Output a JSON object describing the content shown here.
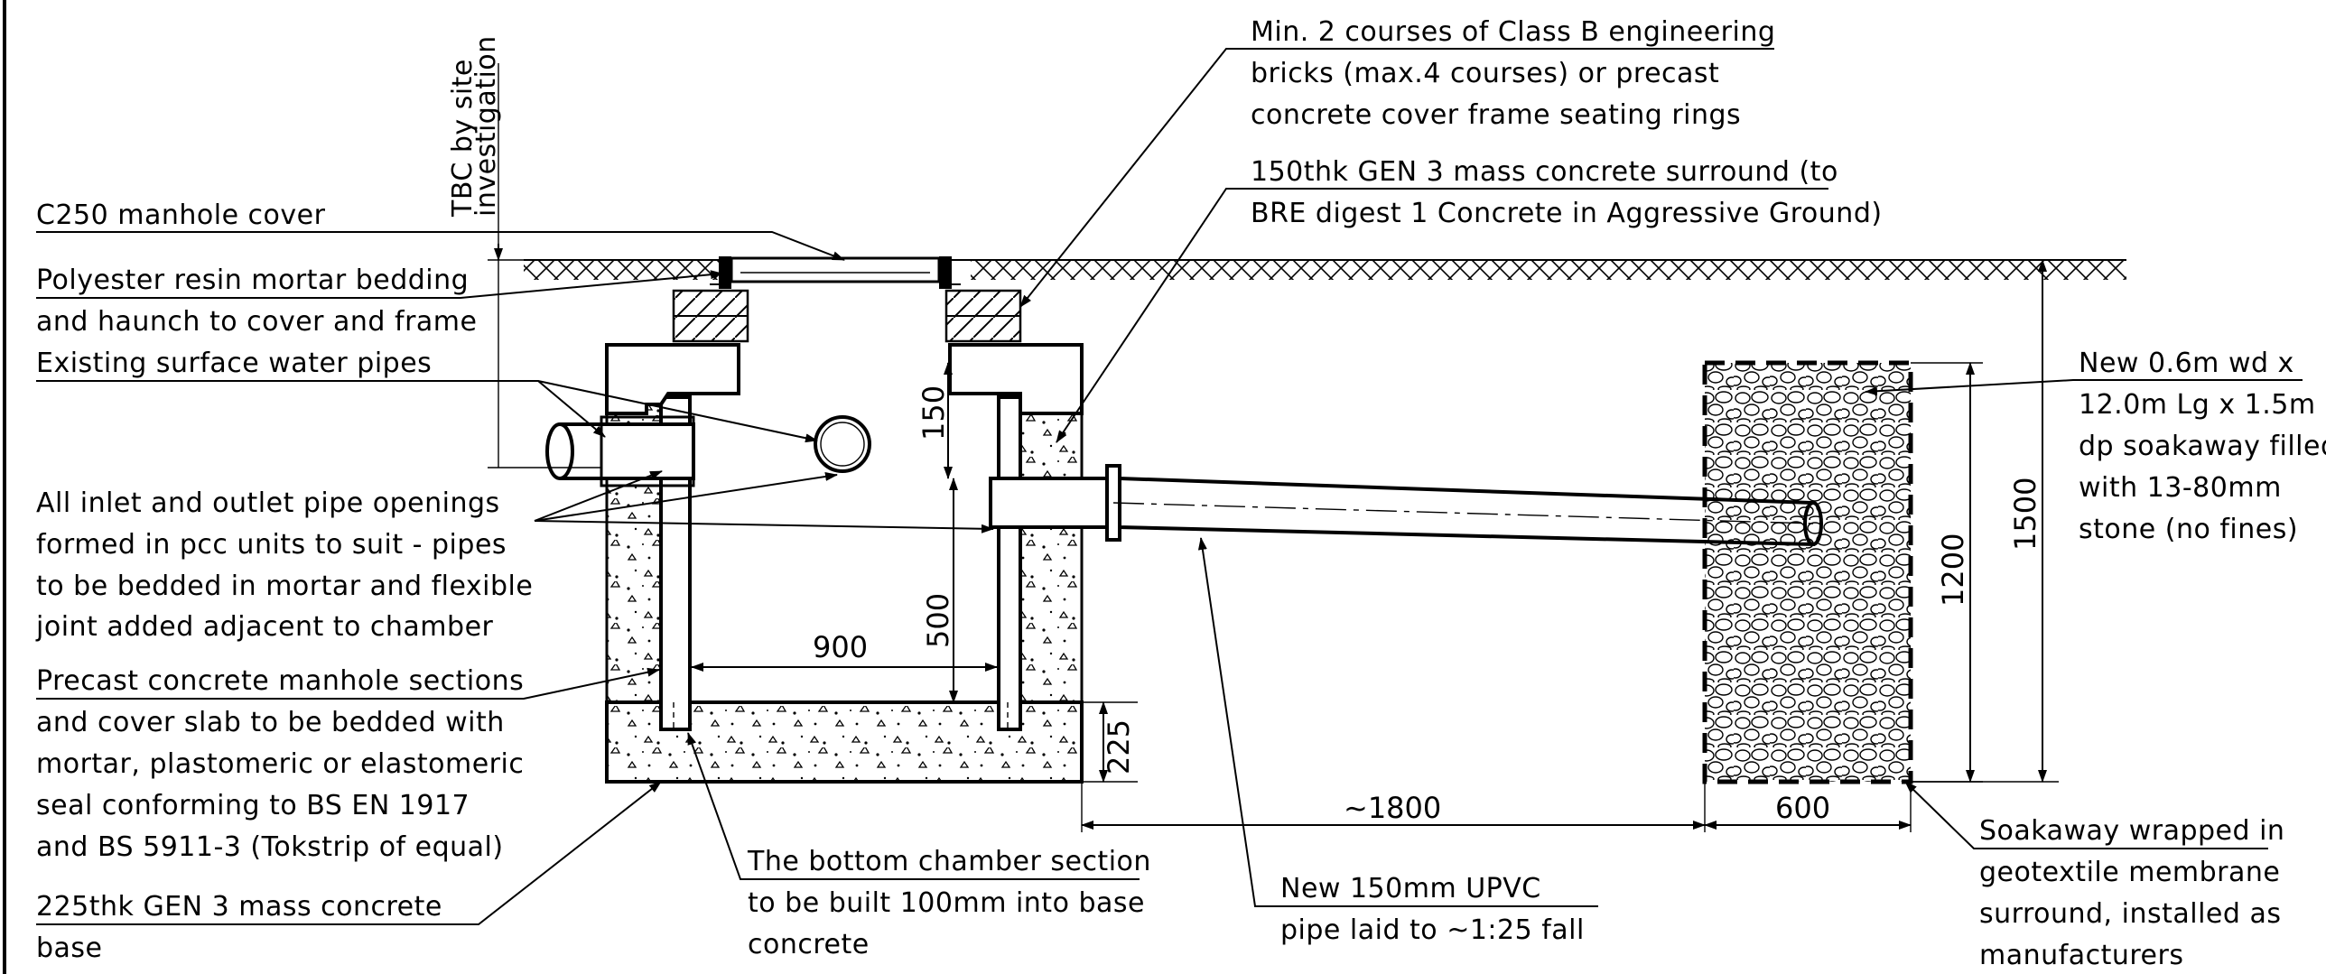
{
  "labels": {
    "tbc_line1": "TBC by site",
    "tbc_line2": "investigation",
    "manhole_cover": "C250 manhole cover",
    "bedding_line1": "Polyester resin mortar bedding",
    "bedding_line2": "and haunch to cover and frame",
    "existing_pipes": "Existing surface water pipes",
    "openings_line1": "All inlet and outlet pipe openings",
    "openings_line2": "formed in pcc units to suit - pipes",
    "openings_line3": "to be bedded in mortar and flexible",
    "openings_line4": "joint added adjacent to chamber",
    "precast_line1": "Precast concrete manhole sections",
    "precast_line2": "and cover slab to be bedded with",
    "precast_line3": "mortar, plastomeric or elastomeric",
    "precast_line4": "seal conforming to BS EN 1917",
    "precast_line5": "and BS 5911-3 (Tokstrip of equal)",
    "base_line1": "225thk GEN 3 mass concrete",
    "base_line2": "base",
    "bricks_line1": "Min. 2 courses of Class B engineering",
    "bricks_line2": "bricks (max.4 courses) or precast",
    "bricks_line3": "concrete cover frame seating rings",
    "surround_line1": "150thk GEN 3 mass concrete surround (to",
    "surround_line2": "BRE digest 1 Concrete in Aggressive Ground)",
    "soakaway_line1": "New 0.6m wd x",
    "soakaway_line2": "12.0m Lg x 1.5m",
    "soakaway_line3": "dp soakaway filled",
    "soakaway_line4": "with 13-80mm",
    "soakaway_line5": "stone (no fines)",
    "bottom_line1": "The bottom chamber section",
    "bottom_line2": "to be built 100mm into base",
    "bottom_line3": "concrete",
    "pipe_line1": "New 150mm UPVC",
    "pipe_line2": "pipe laid to ~1:25 fall",
    "wrapped_line1": "Soakaway wrapped in",
    "wrapped_line2": "geotextile membrane",
    "wrapped_line3": "surround, installed as",
    "wrapped_line4": "manufacturers"
  },
  "dimensions": {
    "d150": "150",
    "d500": "500",
    "d900": "900",
    "d225": "225",
    "d1800": "~1800",
    "d600": "600",
    "d1200": "1200",
    "d1500": "1500"
  }
}
